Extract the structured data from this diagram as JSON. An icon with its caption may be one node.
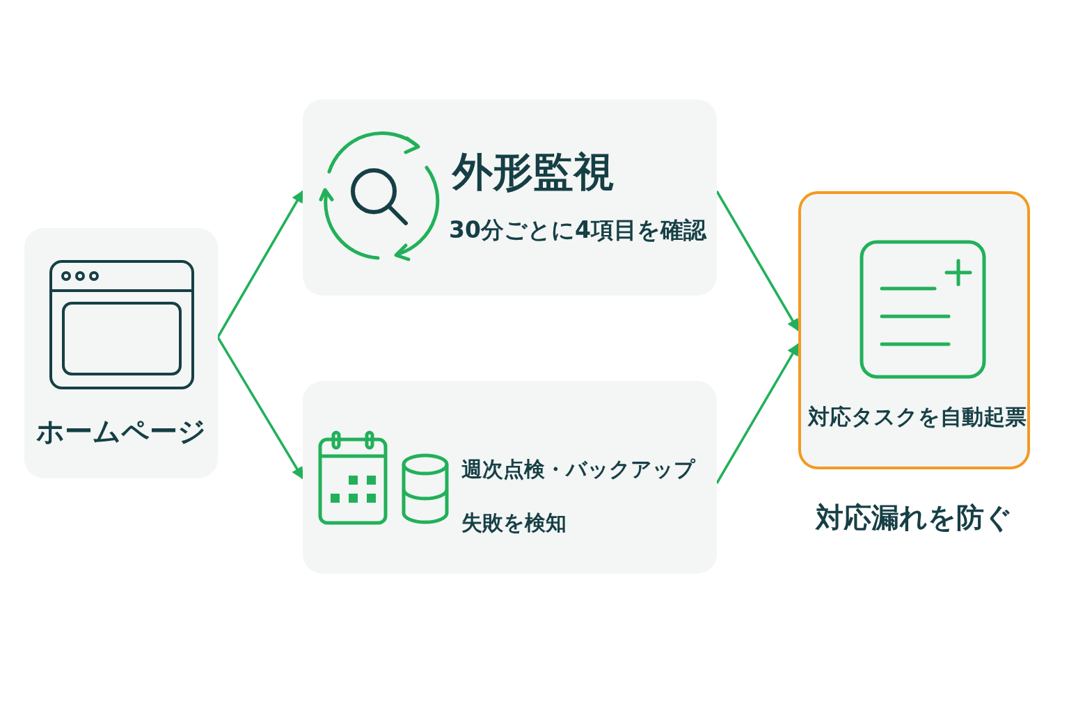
{
  "diagram": {
    "nodes": [
      {
        "text": [
          "ホームページ"
        ]
      },
      {
        "text": [
          "外形監視",
          "30分ごとに4項目を確認"
        ]
      },
      {
        "text": [
          "週次点検・バックアップ失敗を検知"
        ]
      },
      {
        "text": [
          "対応タスクを自動起票"
        ],
        "beside": [
          "対応漏れを防ぐ"
        ]
      }
    ],
    "edges": [
      {
        "from": 0,
        "to": 1,
        "arrow": "to"
      },
      {
        "from": 0,
        "to": 2,
        "arrow": "to"
      },
      {
        "from": 1,
        "to": 3,
        "arrow": "to"
      },
      {
        "from": 2,
        "to": 3,
        "arrow": "to"
      }
    ]
  }
}
